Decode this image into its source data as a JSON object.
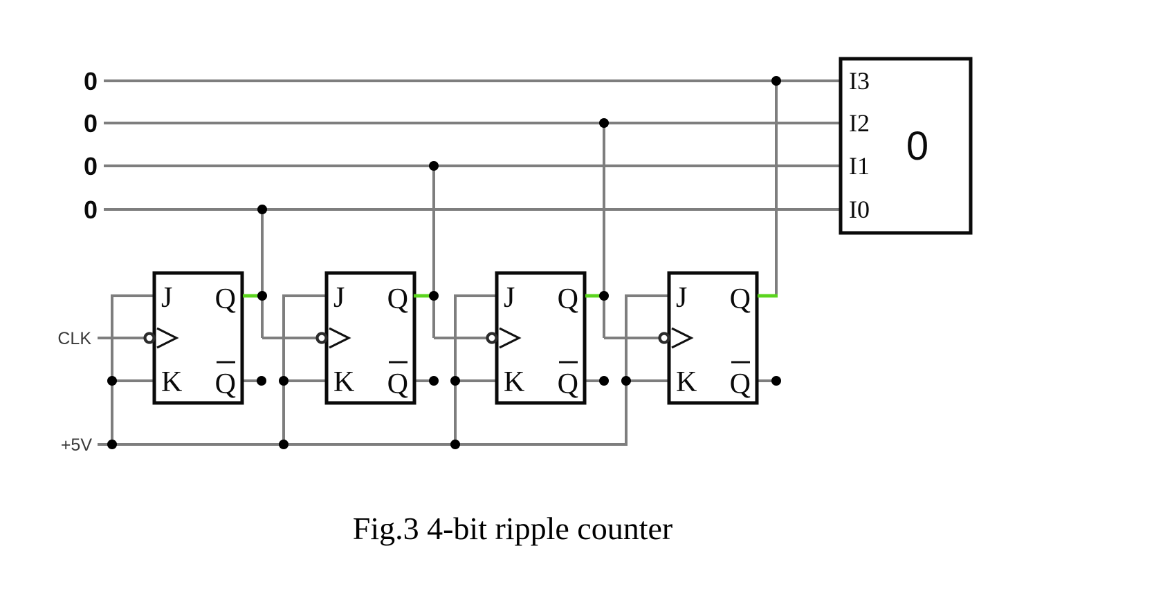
{
  "diagram": {
    "caption": "Fig.3 4-bit ripple counter",
    "clock_label": "CLK",
    "power_label": "+5V",
    "input_bits": [
      "0",
      "0",
      "0",
      "0"
    ],
    "ff_pins": {
      "j": "J",
      "q": "Q",
      "k": "K",
      "qbar": "Q"
    },
    "display": {
      "value": "0",
      "pin_labels": [
        "I3",
        "I2",
        "I1",
        "I0"
      ]
    },
    "semantics": {
      "type": "logic-circuit",
      "stages": [
        {
          "name": "FF1",
          "clock_source": "CLK",
          "q_drives": [
            "I0-line",
            "FF2-clock"
          ],
          "j_k_tied_to": "+5V"
        },
        {
          "name": "FF2",
          "clock_source": "FF1-Q",
          "q_drives": [
            "I1-line",
            "FF3-clock"
          ],
          "j_k_tied_to": "+5V"
        },
        {
          "name": "FF3",
          "clock_source": "FF2-Q",
          "q_drives": [
            "I2-line",
            "FF4-clock"
          ],
          "j_k_tied_to": "+5V"
        },
        {
          "name": "FF4",
          "clock_source": "FF3-Q",
          "q_drives": [
            "I3-line"
          ],
          "j_k_tied_to": "+5V"
        }
      ],
      "colors": {
        "wire": "#7e7e7e",
        "active_wire": "#5bd41e",
        "junction_dot": "#000000"
      }
    }
  }
}
